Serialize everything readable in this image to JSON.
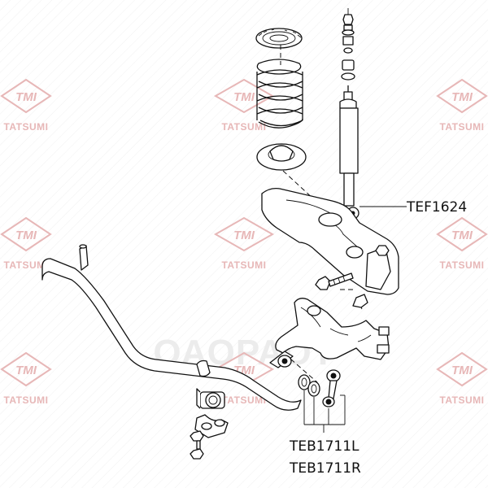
{
  "watermark": {
    "brand": "TMI",
    "name": "TATSUMI",
    "center_text": "ОАОРАОТ"
  },
  "callouts": {
    "shock_absorber": "TEF1624",
    "link_left": "TEB1711L",
    "link_right": "TEB1711R"
  },
  "colors": {
    "watermark": "#e7b7b7",
    "line": "#111111",
    "background": "#ffffff"
  }
}
